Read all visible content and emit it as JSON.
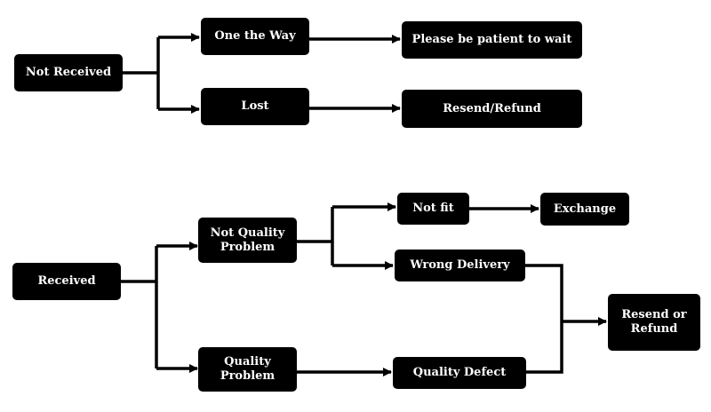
{
  "colors": {
    "background": "#ffffff",
    "node_fill": "#000000",
    "node_text": "#ffffff",
    "connector": "#000000"
  },
  "flowchart_top": {
    "root": "Not Received",
    "branch_1": "One the Way",
    "branch_1_result": "Please be patient to wait",
    "branch_2": "Lost",
    "branch_2_result": "Resend/Refund"
  },
  "flowchart_bottom": {
    "root": "Received",
    "not_quality": "Not Quality\nProblem",
    "not_fit": "Not fit",
    "exchange": "Exchange",
    "wrong_delivery": "Wrong Delivery",
    "quality": "Quality\nProblem",
    "quality_defect": "Quality Defect",
    "resend_or_refund": "Resend or\nRefund"
  }
}
